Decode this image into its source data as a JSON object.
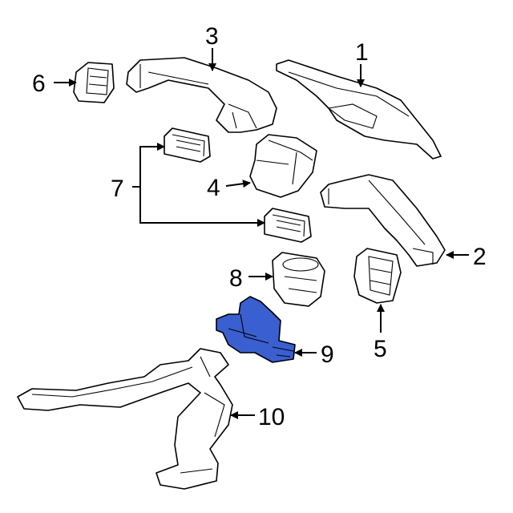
{
  "callouts": [
    {
      "id": "1",
      "label": "1"
    },
    {
      "id": "2",
      "label": "2"
    },
    {
      "id": "3",
      "label": "3"
    },
    {
      "id": "4",
      "label": "4"
    },
    {
      "id": "5",
      "label": "5"
    },
    {
      "id": "6",
      "label": "6"
    },
    {
      "id": "7",
      "label": "7"
    },
    {
      "id": "8",
      "label": "8"
    },
    {
      "id": "9",
      "label": "9"
    },
    {
      "id": "10",
      "label": "10"
    }
  ],
  "colors": {
    "highlight": "#3a5fd0",
    "line": "#000000",
    "background": "#ffffff"
  }
}
